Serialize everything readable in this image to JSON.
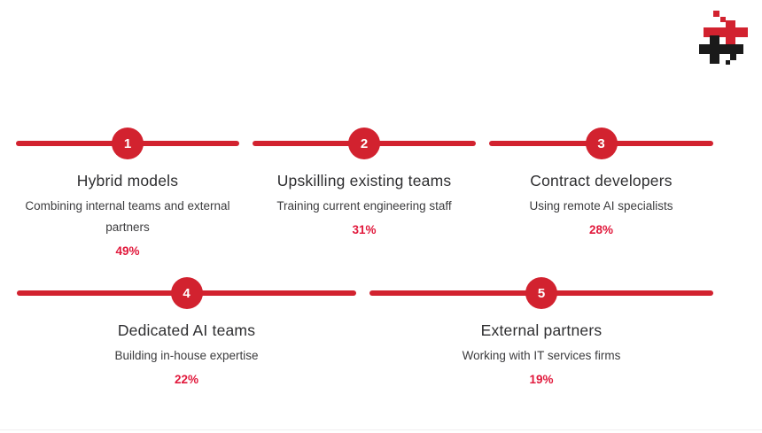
{
  "page": {
    "background": "#ffffff",
    "accent_red": "#d2222f",
    "percent_red": "#e1193c",
    "title_color": "#2e2e30",
    "desc_color": "#3c3c3e"
  },
  "logo": {
    "name": "pixelated-hashtag-logo",
    "red": "#d2222f",
    "black": "#1a1a1a"
  },
  "chart_data": {
    "type": "table",
    "categories": [
      "Hybrid models",
      "Upskilling existing teams",
      "Contract developers",
      "Dedicated AI teams",
      "External partners"
    ],
    "values": [
      49,
      31,
      28,
      22,
      19
    ],
    "unit": "%"
  },
  "items": [
    {
      "number": "1",
      "title": "Hybrid models",
      "description": "Combining internal teams and external partners",
      "percentage": "49%"
    },
    {
      "number": "2",
      "title": "Upskilling existing teams",
      "description": "Training current engineering staff",
      "percentage": "31%"
    },
    {
      "number": "3",
      "title": "Contract developers",
      "description": "Using remote AI specialists",
      "percentage": "28%"
    },
    {
      "number": "4",
      "title": "Dedicated AI teams",
      "description": "Building in-house expertise",
      "percentage": "22%"
    },
    {
      "number": "5",
      "title": "External partners",
      "description": "Working with IT services firms",
      "percentage": "19%"
    }
  ]
}
